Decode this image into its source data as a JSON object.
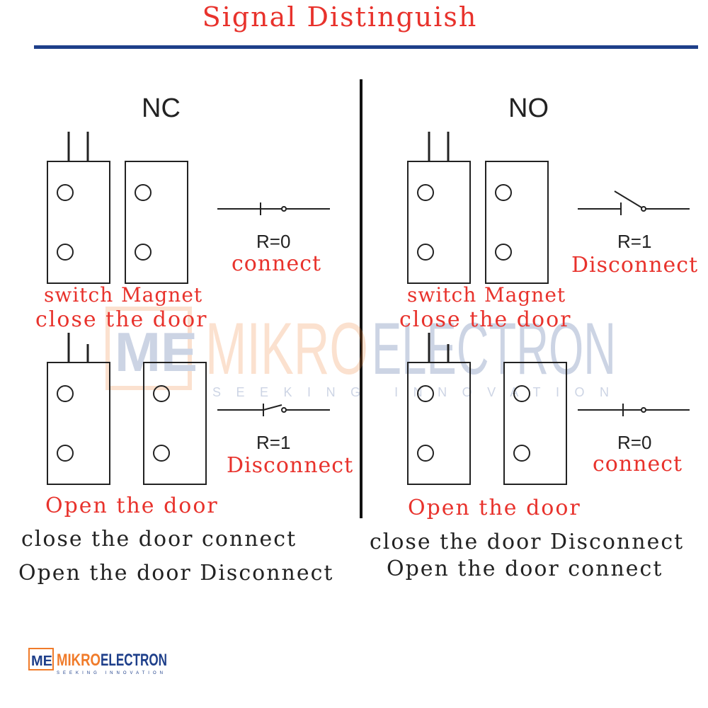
{
  "title": "Signal Distinguish",
  "nc": {
    "heading": "NC",
    "switch_label": "switch",
    "magnet_label": "Magnet",
    "close_label": "close the door",
    "open_label": "Open the door",
    "close_r": "R=0",
    "close_state": "connect",
    "open_r": "R=1",
    "open_state": "Disconnect",
    "summary_line1": "close the door connect",
    "summary_line2": "Open the door Disconnect"
  },
  "no": {
    "heading": "NO",
    "switch_label": "switch",
    "magnet_label": "Magnet",
    "close_label": "close the door",
    "open_label": "Open the door",
    "close_r": "R=1",
    "close_state": "Disconnect",
    "open_r": "R=0",
    "open_state": "connect",
    "summary_line1": "close the door Disconnect",
    "summary_line2": "Open the door connect"
  },
  "watermark": {
    "brand_prefix": "MIKRO",
    "brand_suffix": "ELECTRON",
    "tagline": "SEEKING INNOVATION",
    "monogram": "ME"
  },
  "colors": {
    "label_red": "#e8322c",
    "title_red": "#e8322c",
    "rule_blue": "#1e3f8a",
    "brand_orange": "#f07b2a",
    "brand_navy": "#1e3f8a"
  }
}
